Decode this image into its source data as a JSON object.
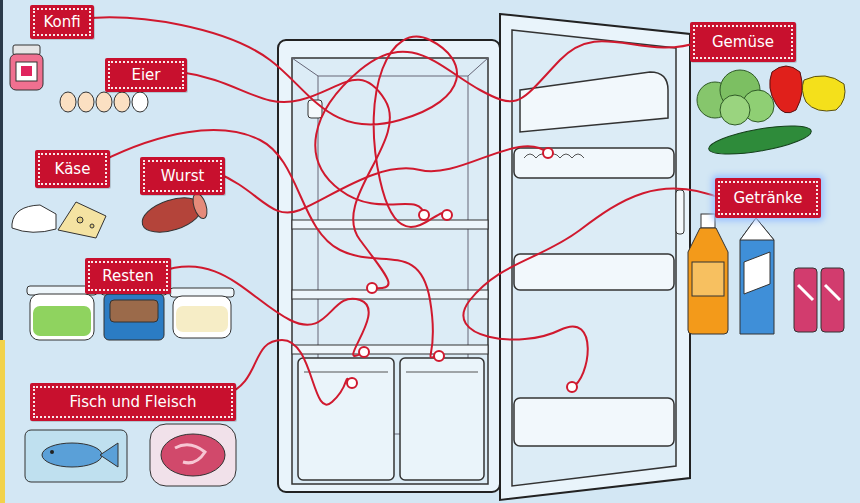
{
  "diagram": {
    "nodes": [
      {
        "text": [
          "Konfi"
        ]
      },
      {
        "text": [
          "Eier"
        ]
      },
      {
        "text": [
          "Gemüse"
        ]
      },
      {
        "text": [
          "Käse"
        ]
      },
      {
        "text": [
          "Wurst"
        ]
      },
      {
        "text": [
          "Getränke"
        ]
      },
      {
        "text": [
          "Resten"
        ]
      },
      {
        "text": [
          "Fisch und Fleisch"
        ]
      }
    ]
  }
}
